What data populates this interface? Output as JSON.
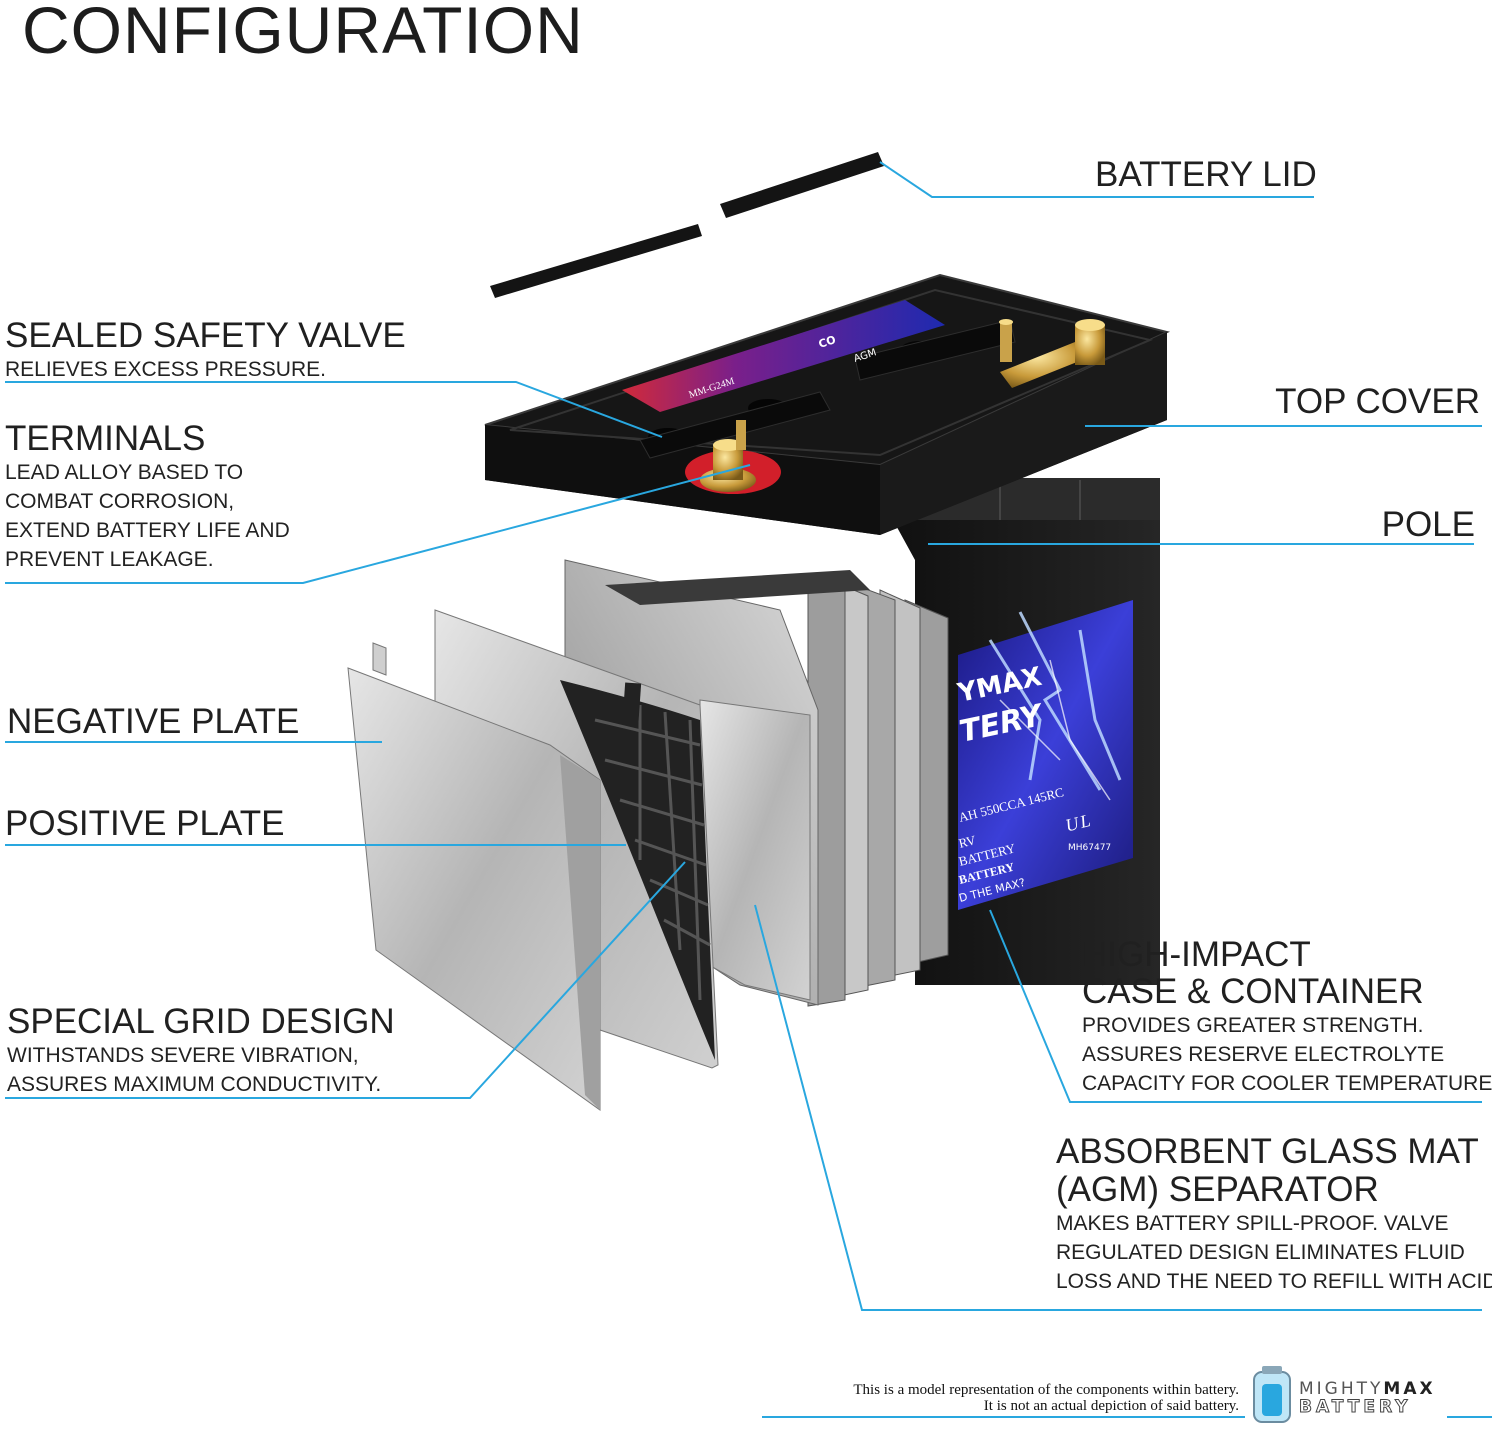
{
  "title": "CONFIGURATION",
  "labels": {
    "battery_lid": {
      "heading": "BATTERY LID"
    },
    "sealed_safety_valve": {
      "heading": "SEALED SAFETY VALVE",
      "desc": [
        "RELIEVES EXCESS PRESSURE."
      ]
    },
    "top_cover": {
      "heading": "TOP COVER"
    },
    "terminals": {
      "heading": "TERMINALS",
      "desc": [
        "LEAD ALLOY BASED TO",
        "COMBAT CORROSION,",
        "EXTEND BATTERY LIFE AND",
        "PREVENT LEAKAGE."
      ]
    },
    "pole": {
      "heading": "POLE"
    },
    "negative_plate": {
      "heading": "NEGATIVE PLATE"
    },
    "positive_plate": {
      "heading": "POSITIVE PLATE"
    },
    "high_impact": {
      "heading": [
        "HIGH-IMPACT",
        "CASE & CONTAINER"
      ],
      "desc": [
        "PROVIDES GREATER STRENGTH.",
        "ASSURES RESERVE ELECTROLYTE",
        "CAPACITY FOR COOLER TEMPERATURES."
      ]
    },
    "special_grid": {
      "heading": "SPECIAL GRID DESIGN",
      "desc": [
        "WITHSTANDS SEVERE VIBRATION,",
        "ASSURES MAXIMUM CONDUCTIVITY."
      ]
    },
    "agm": {
      "heading": [
        "ABSORBENT GLASS MAT",
        "(AGM) SEPARATOR"
      ],
      "desc": [
        "MAKES BATTERY SPILL-PROOF. VALVE",
        "REGULATED DESIGN ELIMINATES FLUID",
        "LOSS AND THE NEED TO REFILL WITH ACID."
      ]
    }
  },
  "battery_label": {
    "brand_partial_1": "YMAX",
    "brand_partial_2": "TERY",
    "specs": "AH  550CCA  145RC",
    "line_rv": "RV",
    "line_battery": "BATTERY",
    "line_battery2": "BATTERY",
    "tagline": "D THE MAX?",
    "cert_id": "MH67477",
    "top_strip_model": "MM-G24M",
    "top_strip_agm": "AGM",
    "top_strip_co": "CO"
  },
  "footer": {
    "line1": "This is a model representation of the components within battery.",
    "line2": "It is not an actual depiction of said battery."
  },
  "brand": {
    "line1_a": "MIGHTY",
    "line1_b": "MAX",
    "line2": "BATTERY"
  },
  "colors": {
    "callout": "#29a7df",
    "case": "#1c1c1c",
    "plate": "#b9b9b9",
    "label_blue": "#2a2fb8"
  }
}
